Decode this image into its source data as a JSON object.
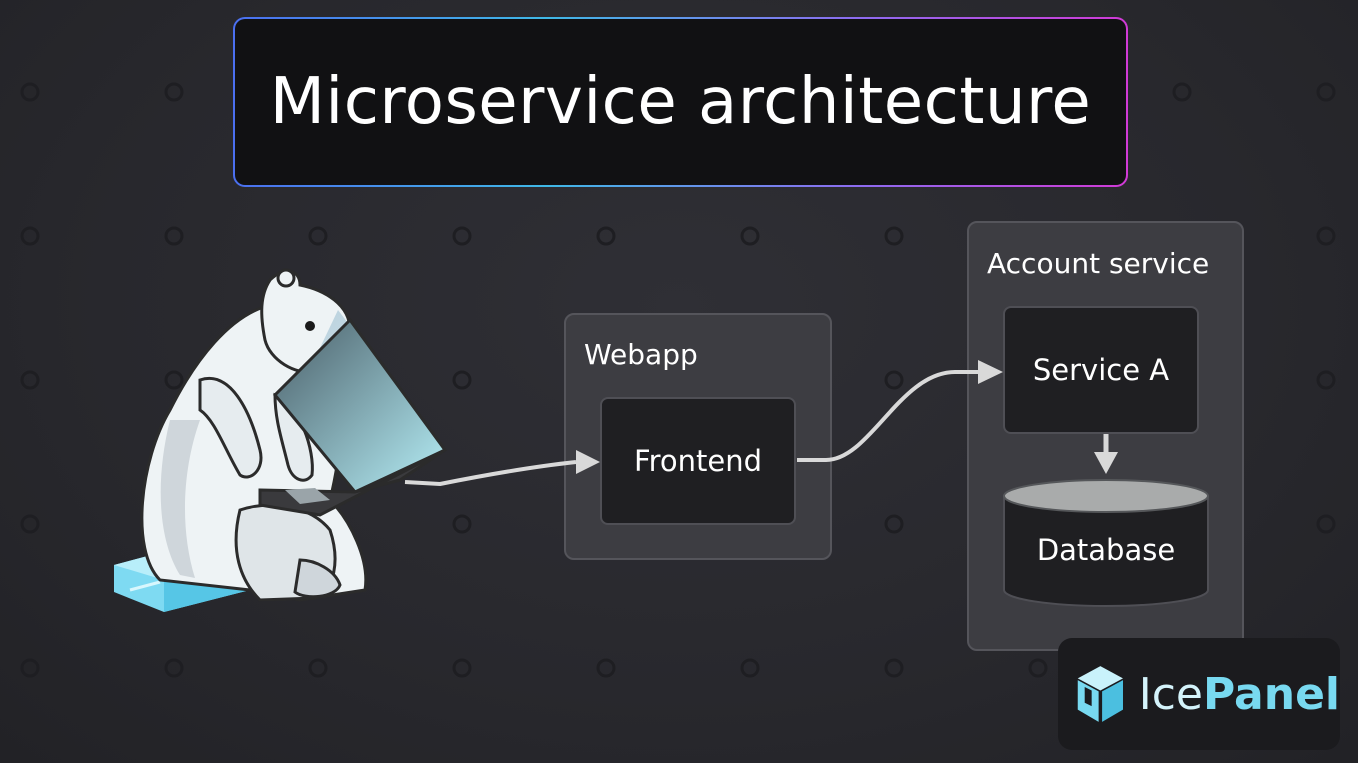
{
  "title": "Microservice architecture",
  "groups": {
    "webapp": {
      "label": "Webapp"
    },
    "account_service": {
      "label": "Account service"
    }
  },
  "nodes": {
    "frontend": {
      "label": "Frontend"
    },
    "service_a": {
      "label": "Service A"
    },
    "database": {
      "label": "Database"
    }
  },
  "brand": {
    "name_part1": "Ice",
    "name_part2": "Panel"
  },
  "colors": {
    "background": "#2a2a2f",
    "group_fill": "#3d3d42",
    "node_fill": "#1f1f22",
    "connector": "#d9d9d9",
    "accent_cyan": "#78d9f0"
  },
  "icons": [
    "polar-bear-illustration",
    "laptop-icon",
    "ice-block-icon",
    "icepanel-logo-icon",
    "database-cylinder-icon"
  ]
}
